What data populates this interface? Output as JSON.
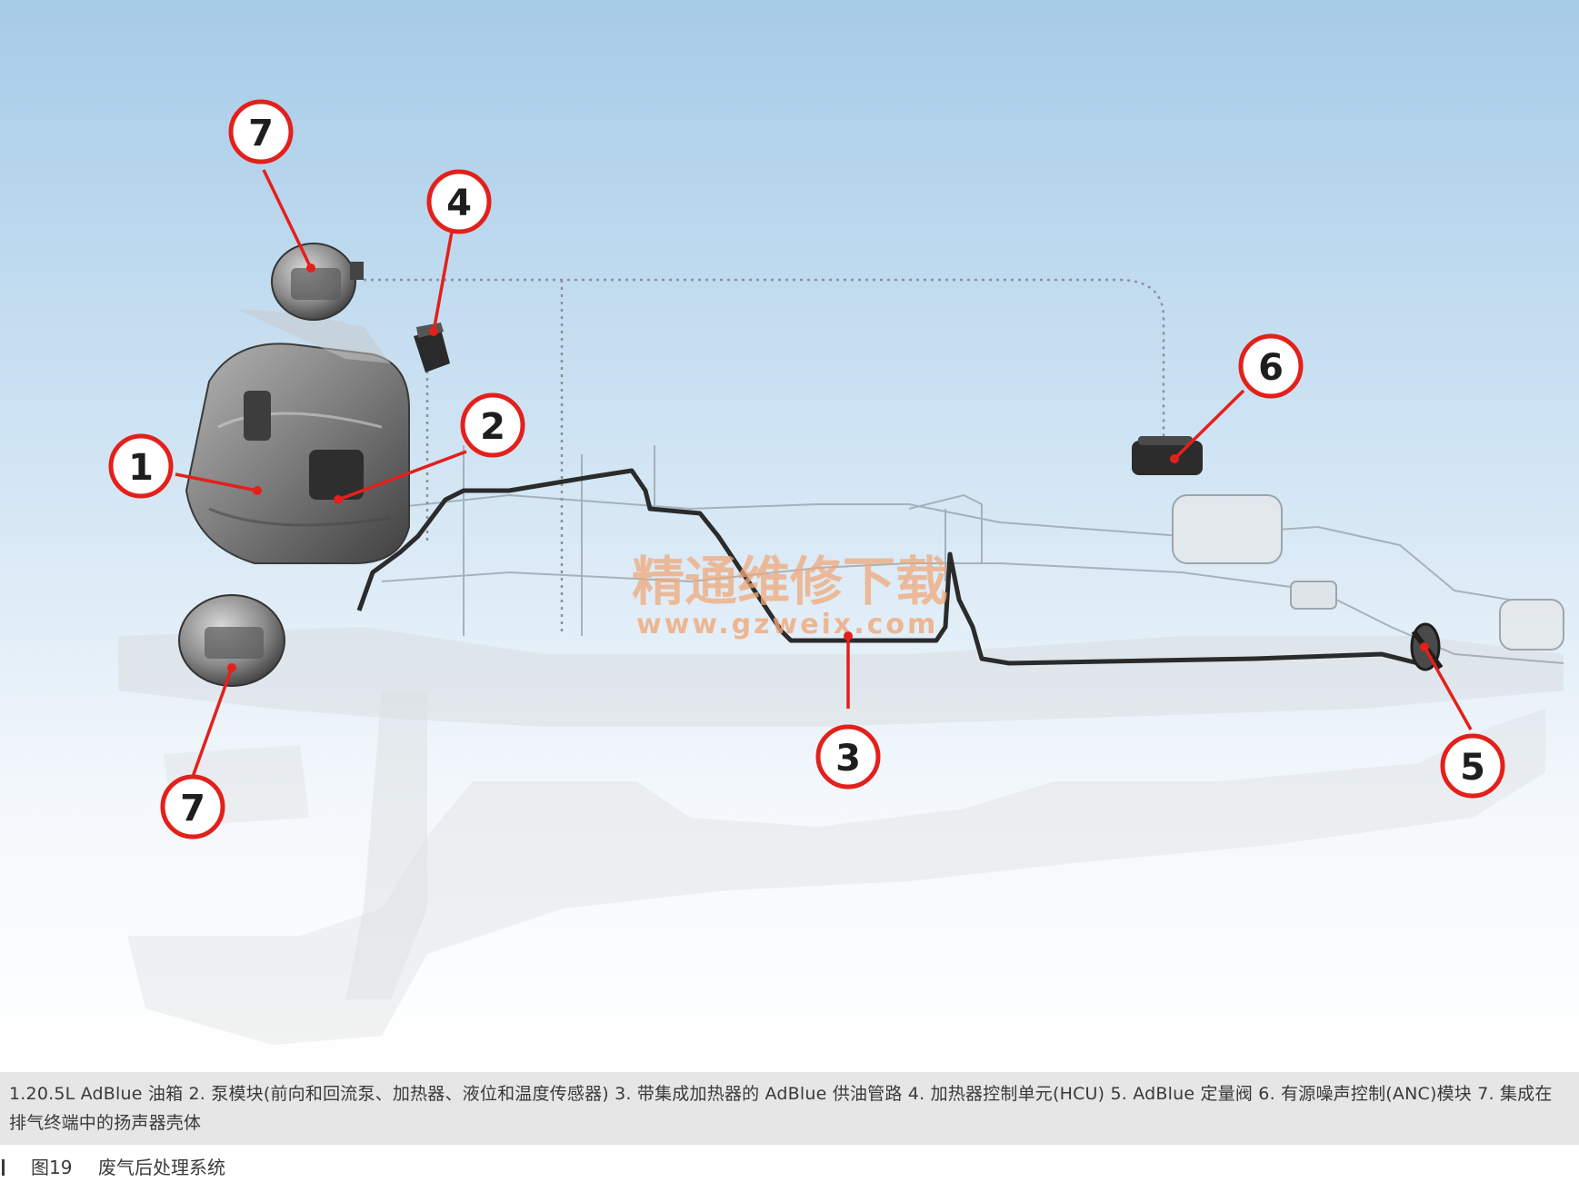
{
  "figure": {
    "callouts": [
      {
        "id": "1",
        "label": "1"
      },
      {
        "id": "2",
        "label": "2"
      },
      {
        "id": "3",
        "label": "3"
      },
      {
        "id": "4",
        "label": "4"
      },
      {
        "id": "5",
        "label": "5"
      },
      {
        "id": "6",
        "label": "6"
      },
      {
        "id": "7a",
        "label": "7"
      },
      {
        "id": "7b",
        "label": "7"
      }
    ],
    "watermark": {
      "text": "精通维修下载",
      "url": "www.gzweix.com"
    },
    "colors": {
      "callout_ring": "#e3201b",
      "leader": "#e3201b",
      "sky_top": "#a9cde9",
      "sky_bottom": "#ffffff",
      "pipe": "#2b2b2b",
      "component": "#6e6e6e"
    }
  },
  "caption": {
    "text": "1.20.5L  AdBlue 油箱  2. 泵模块(前向和回流泵、加热器、液位和温度传感器)  3. 带集成加热器的 AdBlue 供油管路  4. 加热器控制单元(HCU)  5.  AdBlue  定量阀  6. 有源噪声控制(ANC)模块  7. 集成在排气终端中的扬声器壳体"
  },
  "figure_title": {
    "number": "图19",
    "name": "废气后处理系统"
  }
}
